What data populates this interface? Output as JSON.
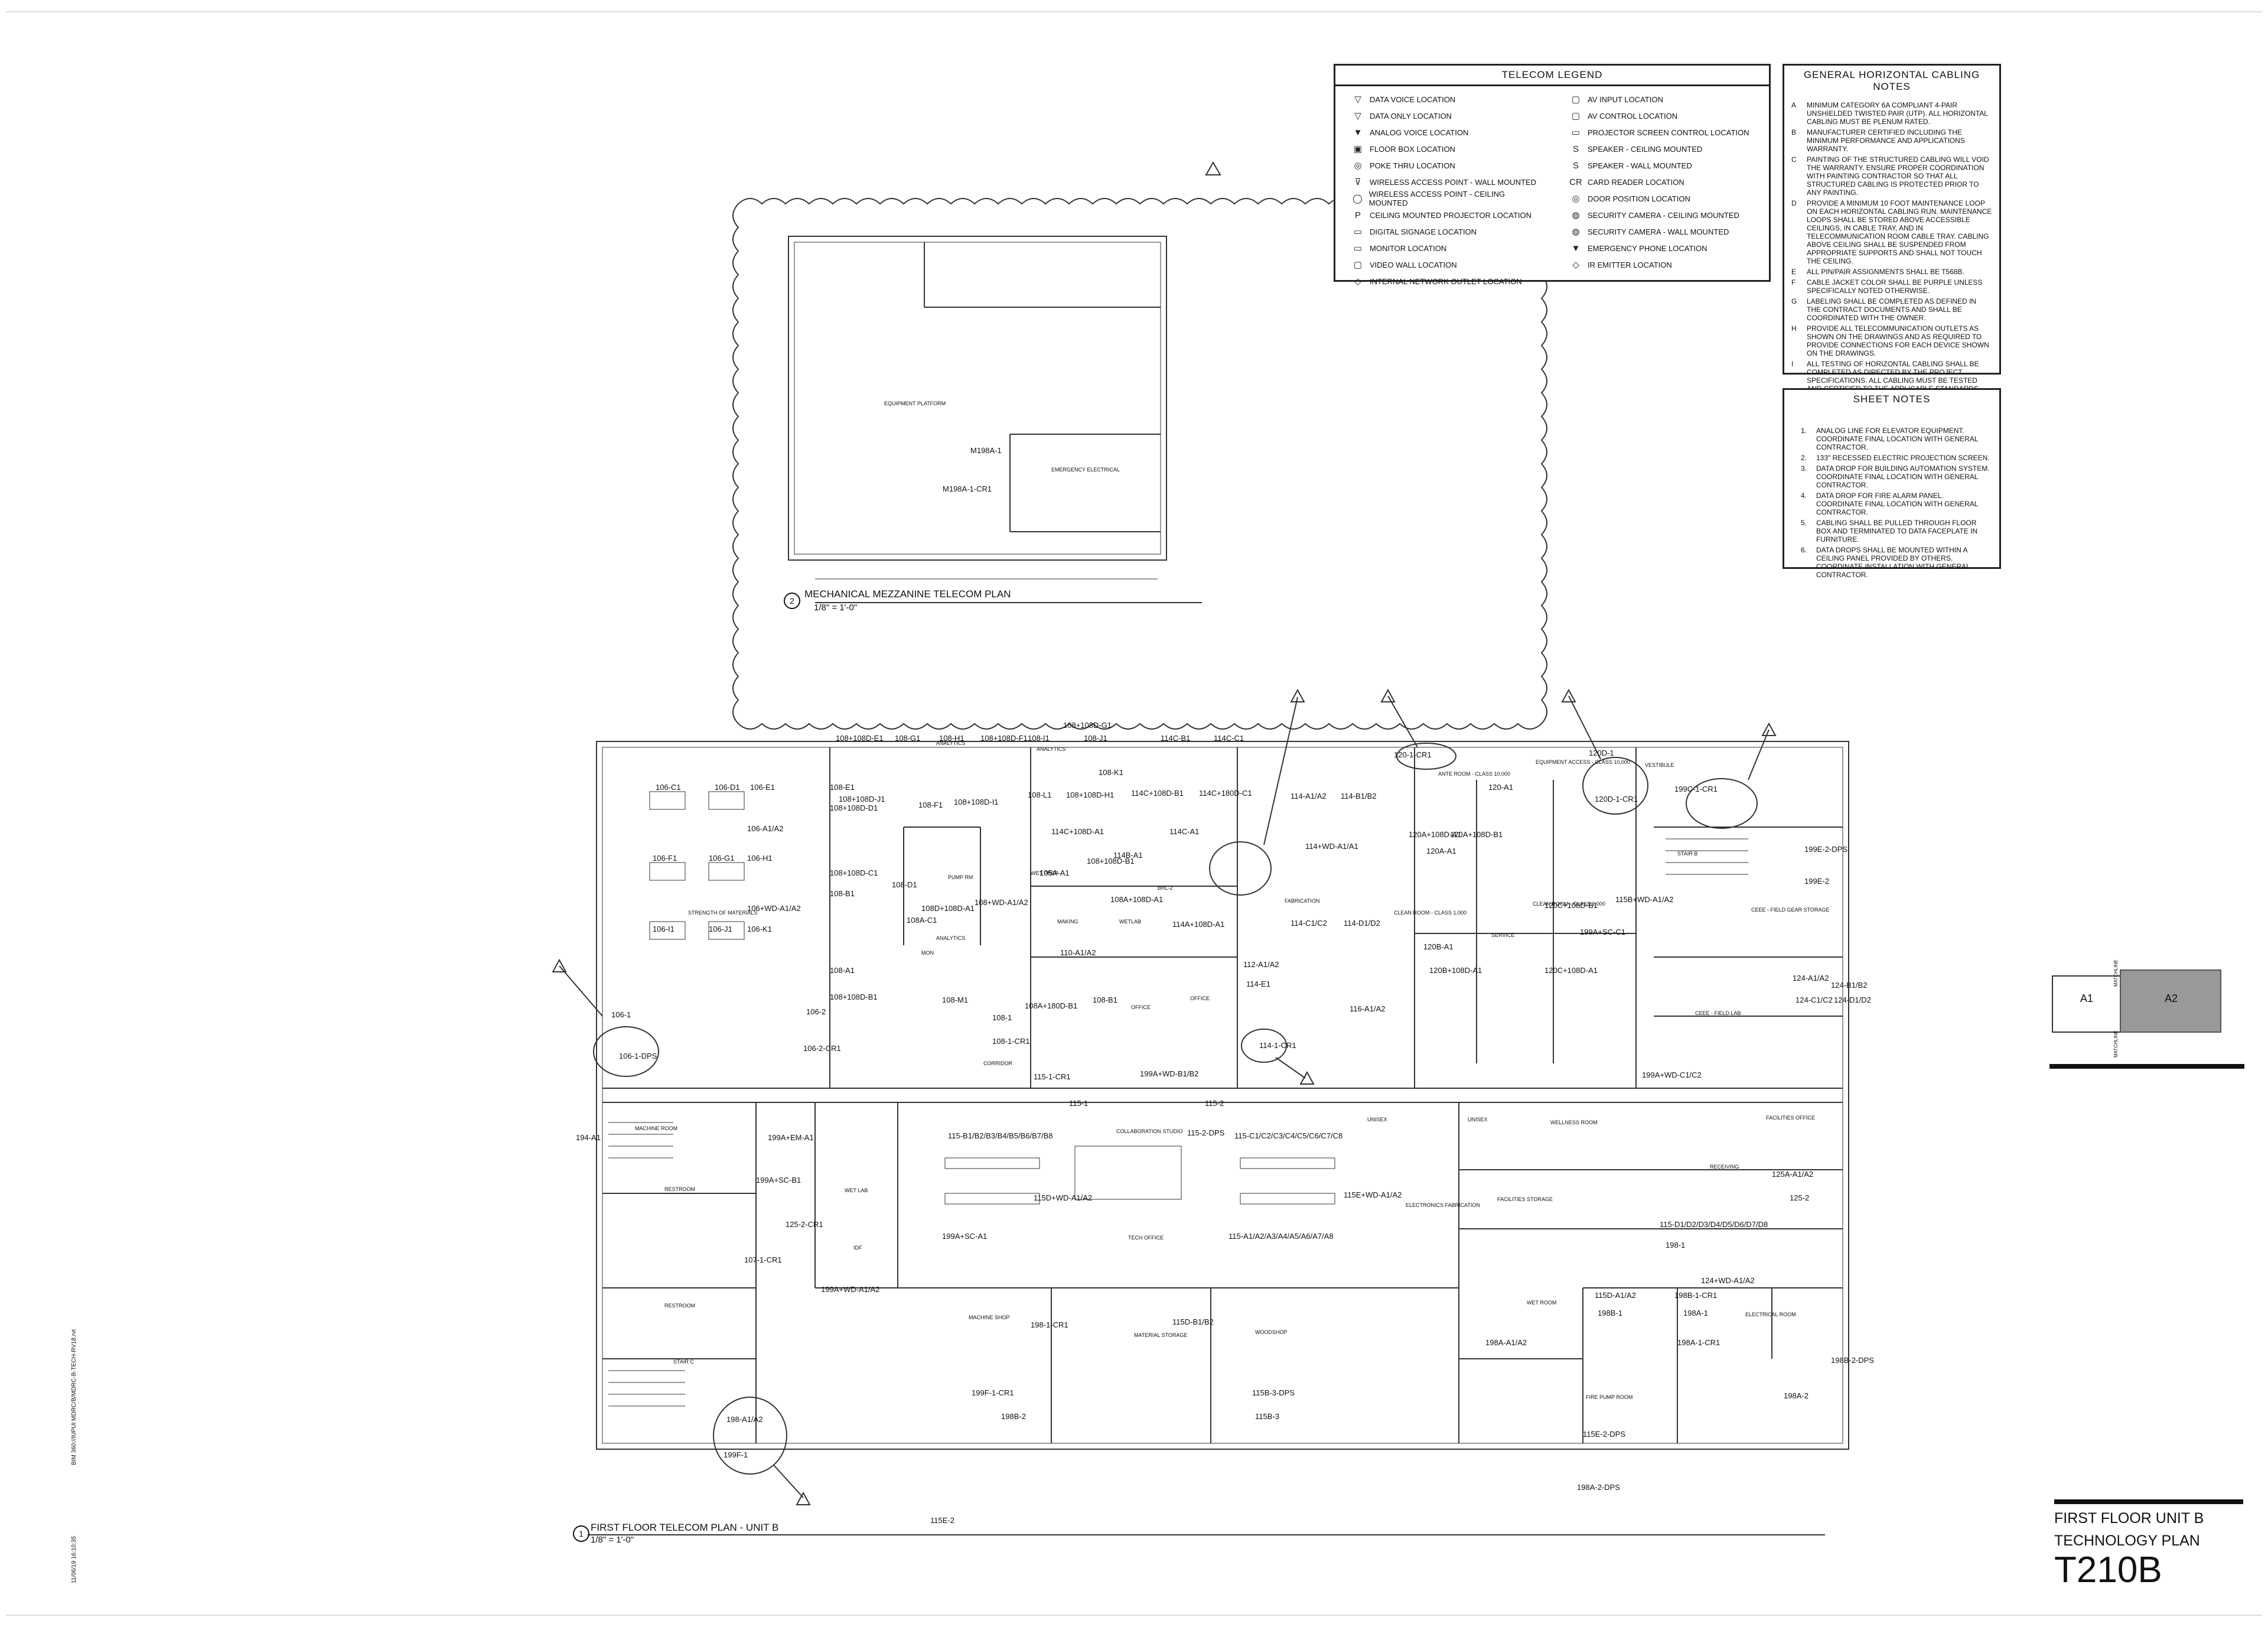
{
  "legend": {
    "title": "TELECOM LEGEND",
    "items": [
      {
        "icon": "data-voice-icon",
        "glyph": "▽",
        "label": "DATA VOICE LOCATION"
      },
      {
        "icon": "av-input-icon",
        "glyph": "▢",
        "label": "AV INPUT LOCATION"
      },
      {
        "icon": "data-only-icon",
        "glyph": "▽",
        "label": "DATA ONLY LOCATION"
      },
      {
        "icon": "av-control-icon",
        "glyph": "▢",
        "label": "AV CONTROL LOCATION"
      },
      {
        "icon": "analog-voice-icon",
        "glyph": "▼",
        "label": "ANALOG VOICE LOCATION"
      },
      {
        "icon": "projector-screen-icon",
        "glyph": "▭",
        "label": "PROJECTOR SCREEN CONTROL LOCATION"
      },
      {
        "icon": "floor-box-icon",
        "glyph": "▣",
        "label": "FLOOR BOX LOCATION"
      },
      {
        "icon": "speaker-ceiling-icon",
        "glyph": "S",
        "label": "SPEAKER - CEILING MOUNTED"
      },
      {
        "icon": "poke-thru-icon",
        "glyph": "◎",
        "label": "POKE THRU LOCATION"
      },
      {
        "icon": "speaker-wall-icon",
        "glyph": "S",
        "label": "SPEAKER - WALL MOUNTED"
      },
      {
        "icon": "wap-wall-icon",
        "glyph": "⊽",
        "label": "WIRELESS ACCESS POINT - WALL MOUNTED"
      },
      {
        "icon": "card-reader-icon",
        "glyph": "CR",
        "label": "CARD READER LOCATION"
      },
      {
        "icon": "wap-ceiling-icon",
        "glyph": "◯",
        "label": "WIRELESS ACCESS POINT - CEILING MOUNTED"
      },
      {
        "icon": "door-position-icon",
        "glyph": "◎",
        "label": "DOOR POSITION LOCATION"
      },
      {
        "icon": "ceiling-projector-icon",
        "glyph": "P",
        "label": "CEILING MOUNTED PROJECTOR LOCATION"
      },
      {
        "icon": "camera-ceiling-icon",
        "glyph": "◍",
        "label": "SECURITY CAMERA - CEILING MOUNTED"
      },
      {
        "icon": "digital-signage-icon",
        "glyph": "▭",
        "label": "DIGITAL SIGNAGE LOCATION"
      },
      {
        "icon": "camera-wall-icon",
        "glyph": "◍",
        "label": "SECURITY CAMERA - WALL MOUNTED"
      },
      {
        "icon": "monitor-icon",
        "glyph": "▭",
        "label": "MONITOR LOCATION"
      },
      {
        "icon": "emergency-phone-icon",
        "glyph": "▼",
        "label": "EMERGENCY PHONE LOCATION"
      },
      {
        "icon": "video-wall-icon",
        "glyph": "▢",
        "label": "VIDEO WALL LOCATION"
      },
      {
        "icon": "ir-emitter-icon",
        "glyph": "◇",
        "label": "IR EMITTER LOCATION"
      },
      {
        "icon": "internal-network-icon",
        "glyph": "◇",
        "label": "INTERNAL NETWORK OUTLET LOCATION"
      }
    ]
  },
  "cabling_notes": {
    "title": "GENERAL HORIZONTAL CABLING NOTES",
    "notes": [
      {
        "key": "A",
        "text": "MINIMUM CATEGORY 6A COMPLIANT 4-PAIR UNSHIELDED TWISTED PAIR (UTP). ALL HORIZONTAL CABLING MUST BE PLENUM RATED."
      },
      {
        "key": "B",
        "text": "MANUFACTURER CERTIFIED INCLUDING THE MINIMUM PERFORMANCE AND APPLICATIONS WARRANTY."
      },
      {
        "key": "C",
        "text": "PAINTING OF THE STRUCTURED CABLING WILL VOID THE WARRANTY. ENSURE PROPER COORDINATION WITH PAINTING CONTRACTOR SO THAT ALL STRUCTURED CABLING IS PROTECTED PRIOR TO ANY PAINTING."
      },
      {
        "key": "D",
        "text": "PROVIDE A MINIMUM 10 FOOT MAINTENANCE LOOP ON EACH HORIZONTAL CABLING RUN. MAINTENANCE LOOPS SHALL BE STORED ABOVE ACCESSIBLE CEILINGS, IN CABLE TRAY, AND IN TELECOMMUNICATION ROOM CABLE TRAY. CABLING ABOVE CEILING SHALL BE SUSPENDED FROM APPROPRIATE SUPPORTS AND SHALL NOT TOUCH THE CEILING."
      },
      {
        "key": "E",
        "text": "ALL PIN/PAIR ASSIGNMENTS SHALL BE T568B."
      },
      {
        "key": "F",
        "text": "CABLE JACKET COLOR SHALL BE PURPLE UNLESS SPECIFICALLY NOTED OTHERWISE."
      },
      {
        "key": "G",
        "text": "LABELING SHALL BE COMPLETED AS DEFINED IN THE CONTRACT DOCUMENTS AND SHALL BE COORDINATED WITH THE OWNER."
      },
      {
        "key": "H",
        "text": "PROVIDE ALL TELECOMMUNICATION OUTLETS AS SHOWN ON THE DRAWINGS AND AS REQUIRED TO PROVIDE CONNECTIONS FOR EACH DEVICE SHOWN ON THE DRAWINGS."
      },
      {
        "key": "I",
        "text": "ALL TESTING OF HORIZONTAL CABLING SHALL BE COMPLETED AS DIRECTED BY THE PROJECT SPECIFICATIONS. ALL CABLING MUST BE TESTED AND CERTIFIED TO THE APPLICABLE STANDARDS."
      }
    ]
  },
  "sheet_notes": {
    "title": "SHEET NOTES",
    "notes": [
      {
        "key": "1.",
        "text": "ANALOG LINE FOR ELEVATOR EQUIPMENT. COORDINATE FINAL LOCATION WITH GENERAL CONTRACTOR."
      },
      {
        "key": "2.",
        "text": "133\" RECESSED ELECTRIC PROJECTION SCREEN."
      },
      {
        "key": "3.",
        "text": "DATA DROP FOR BUILDING AUTOMATION SYSTEM. COORDINATE FINAL LOCATION WITH GENERAL CONTRACTOR."
      },
      {
        "key": "4.",
        "text": "DATA DROP FOR FIRE ALARM PANEL. COORDINATE FINAL LOCATION WITH GENERAL CONTRACTOR."
      },
      {
        "key": "5.",
        "text": "CABLING SHALL BE PULLED THROUGH FLOOR BOX AND TERMINATED TO DATA FACEPLATE IN FURNITURE."
      },
      {
        "key": "6.",
        "text": "DATA DROPS SHALL BE MOUNTED WITHIN A CEILING PANEL PROVIDED BY OTHERS. COORDINATE INSTALLATION WITH GENERAL CONTRACTOR."
      }
    ]
  },
  "mezzanine_plan": {
    "number": "2",
    "title": "MECHANICAL MEZZANINE TELECOM PLAN",
    "scale": "1/8\" = 1'-0\"",
    "labels": [
      "EQUIPMENT PLATFORM",
      "M198A-1",
      "M198A-1-CR1",
      "EMERGENCY ELECTRICAL"
    ]
  },
  "first_floor_plan": {
    "number": "1",
    "title": "FIRST FLOOR TELECOM PLAN - UNIT B",
    "scale": "1/8\" = 1'-0\"",
    "labels": [
      "108+108D-E1",
      "108-G1",
      "108-H1",
      "108+108D-F1",
      "108-I1",
      "108+108D-G1",
      "108-J1",
      "114C-B1",
      "114C-C1",
      "106-C1",
      "106-D1",
      "106-E1",
      "108-E1",
      "108+108D-J1",
      "108+108D-D1",
      "108-F1",
      "108+108D-I1",
      "108-K1",
      "108+108D-H1",
      "108-L1",
      "114C+108D-B1",
      "114C+180D-C1",
      "114-A1/A2",
      "114-B1/B2",
      "120-1-CR1",
      "120-A1",
      "120D-1",
      "120D-1-CR1",
      "199C-1-CR1",
      "106-A1/A2",
      "106-F1",
      "106-G1",
      "106-H1",
      "106+WD-A1/A2",
      "108+108D-C1",
      "108-B1",
      "108-D1",
      "108D+108D-A1",
      "108+WD-A1/A2",
      "108A-C1",
      "108+108D-B1",
      "108-A1",
      "106-I1",
      "106-J1",
      "106-K1",
      "108+108D-B1",
      "114C+108D-A1",
      "114C-A1",
      "114+WD-A1/A1",
      "114B-A1",
      "105A-A1",
      "108A+108D-A1",
      "114A+108D-A1",
      "110-A1/A2",
      "108A+180D-B1",
      "108-B1",
      "108-M1",
      "108-1",
      "108-1-CR1",
      "112-A1/A2",
      "114-E1",
      "114-1-CR1",
      "114-C1/C2",
      "114-D1/D2",
      "116-A1/A2",
      "120A+108D-A1",
      "120A+108D-B1",
      "120A-A1",
      "120C+108D-B1",
      "120B-A1",
      "120B+108D-A1",
      "120C+108D-A1",
      "199A+SC-C1",
      "115B+WD-A1/A2",
      "199E-2-DPS",
      "199E-2",
      "124-A1/A2",
      "124-B1/B2",
      "124-C1/C2",
      "124-D1/D2",
      "106-1",
      "106-1-DPS",
      "106-2",
      "106-2-CR1",
      "115-1-CR1",
      "199A+WD-B1/B2",
      "199A+WD-C1/C2",
      "115-1",
      "115-2",
      "194-A1",
      "199A+EM-A1",
      "115-B1/B2/B3/B4/B5/B6/B7/B8",
      "115-2-DPS",
      "115-C1/C2/C3/C4/C5/C6/C7/C8",
      "199A+SC-B1",
      "115D+WD-A1/A2",
      "115E+WD-A1/A2",
      "125A-A1/A2",
      "125-2",
      "125-2-CR1",
      "107-1-CR1",
      "199A+WD-A1/A2",
      "199A+SC-A1",
      "115-A1/A2/A3/A4/A5/A6/A7/A8",
      "115-D1/D2/D3/D4/D5/D6/D7/D8",
      "198-1",
      "198-1-CR1",
      "115D-B1/B2",
      "115D-A1/A2",
      "198B-1",
      "198B-1-CR1",
      "198A-1",
      "198A-1-CR1",
      "124+WD-A1/A2",
      "198A-A1/A2",
      "198-A1/A2",
      "199F-1",
      "199F-1-CR1",
      "115B-3-DPS",
      "115E-2-DPS",
      "198B-2-DPS",
      "198A-2",
      "198A-2-DPS",
      "198B-2",
      "115B-3",
      "115E-2"
    ],
    "rooms": [
      "ANALYTICS",
      "STRENGTH OF MATERIALS",
      "PUMP RM",
      "ANALYTICS",
      "MON",
      "WET PREP",
      "ANALYTICS",
      "MAKING",
      "WETLAB",
      "BRL-2",
      "OFFICE",
      "OFFICE",
      "FABRICATION",
      "ANTE ROOM - CLASS 10,000",
      "EQUIPMENT ACCESS - CLASS 10,000",
      "VESTIBULE",
      "CLEAN ROOM - CLASS 1,000",
      "CLEAN ROOM - CLASS 1,000",
      "SERVICE",
      "STAIR B",
      "CEEE - FIELD GEAR STORAGE",
      "CEEE - FIELD LAB",
      "CORRIDOR",
      "MACHINE ROOM",
      "RESTROOM",
      "WET LAB",
      "COLLABORATION STUDIO",
      "UNISEX",
      "UNISEX",
      "WELLNESS ROOM",
      "FACILITIES OFFICE",
      "RECEIVING",
      "ELECTRONICS FABRICATION",
      "FACILITIES STORAGE",
      "TECH OFFICE",
      "IDF",
      "RESTROOM",
      "STAIR C",
      "MACHINE SHOP",
      "MATERIAL STORAGE",
      "WOODSHOP",
      "WET ROOM",
      "ELECTRICAL ROOM",
      "FIRE PUMP ROOM"
    ]
  },
  "key_plan": {
    "left": "A1",
    "right": "A2",
    "match_top": "MATCHLINE",
    "match_bottom": "MATCHLINE"
  },
  "title_block": {
    "title_line1": "FIRST FLOOR UNIT B",
    "title_line2": "TECHNOLOGY PLAN",
    "sheet_number": "T210B"
  },
  "file_path": "BIM 360://IUPUI MDRC/B/MDRC-B-TECH-RV18.rvt",
  "plot_date": "11/06/19 16:10:35",
  "colors": {
    "key_plan_highlight": "#999999",
    "line": "#222222"
  }
}
